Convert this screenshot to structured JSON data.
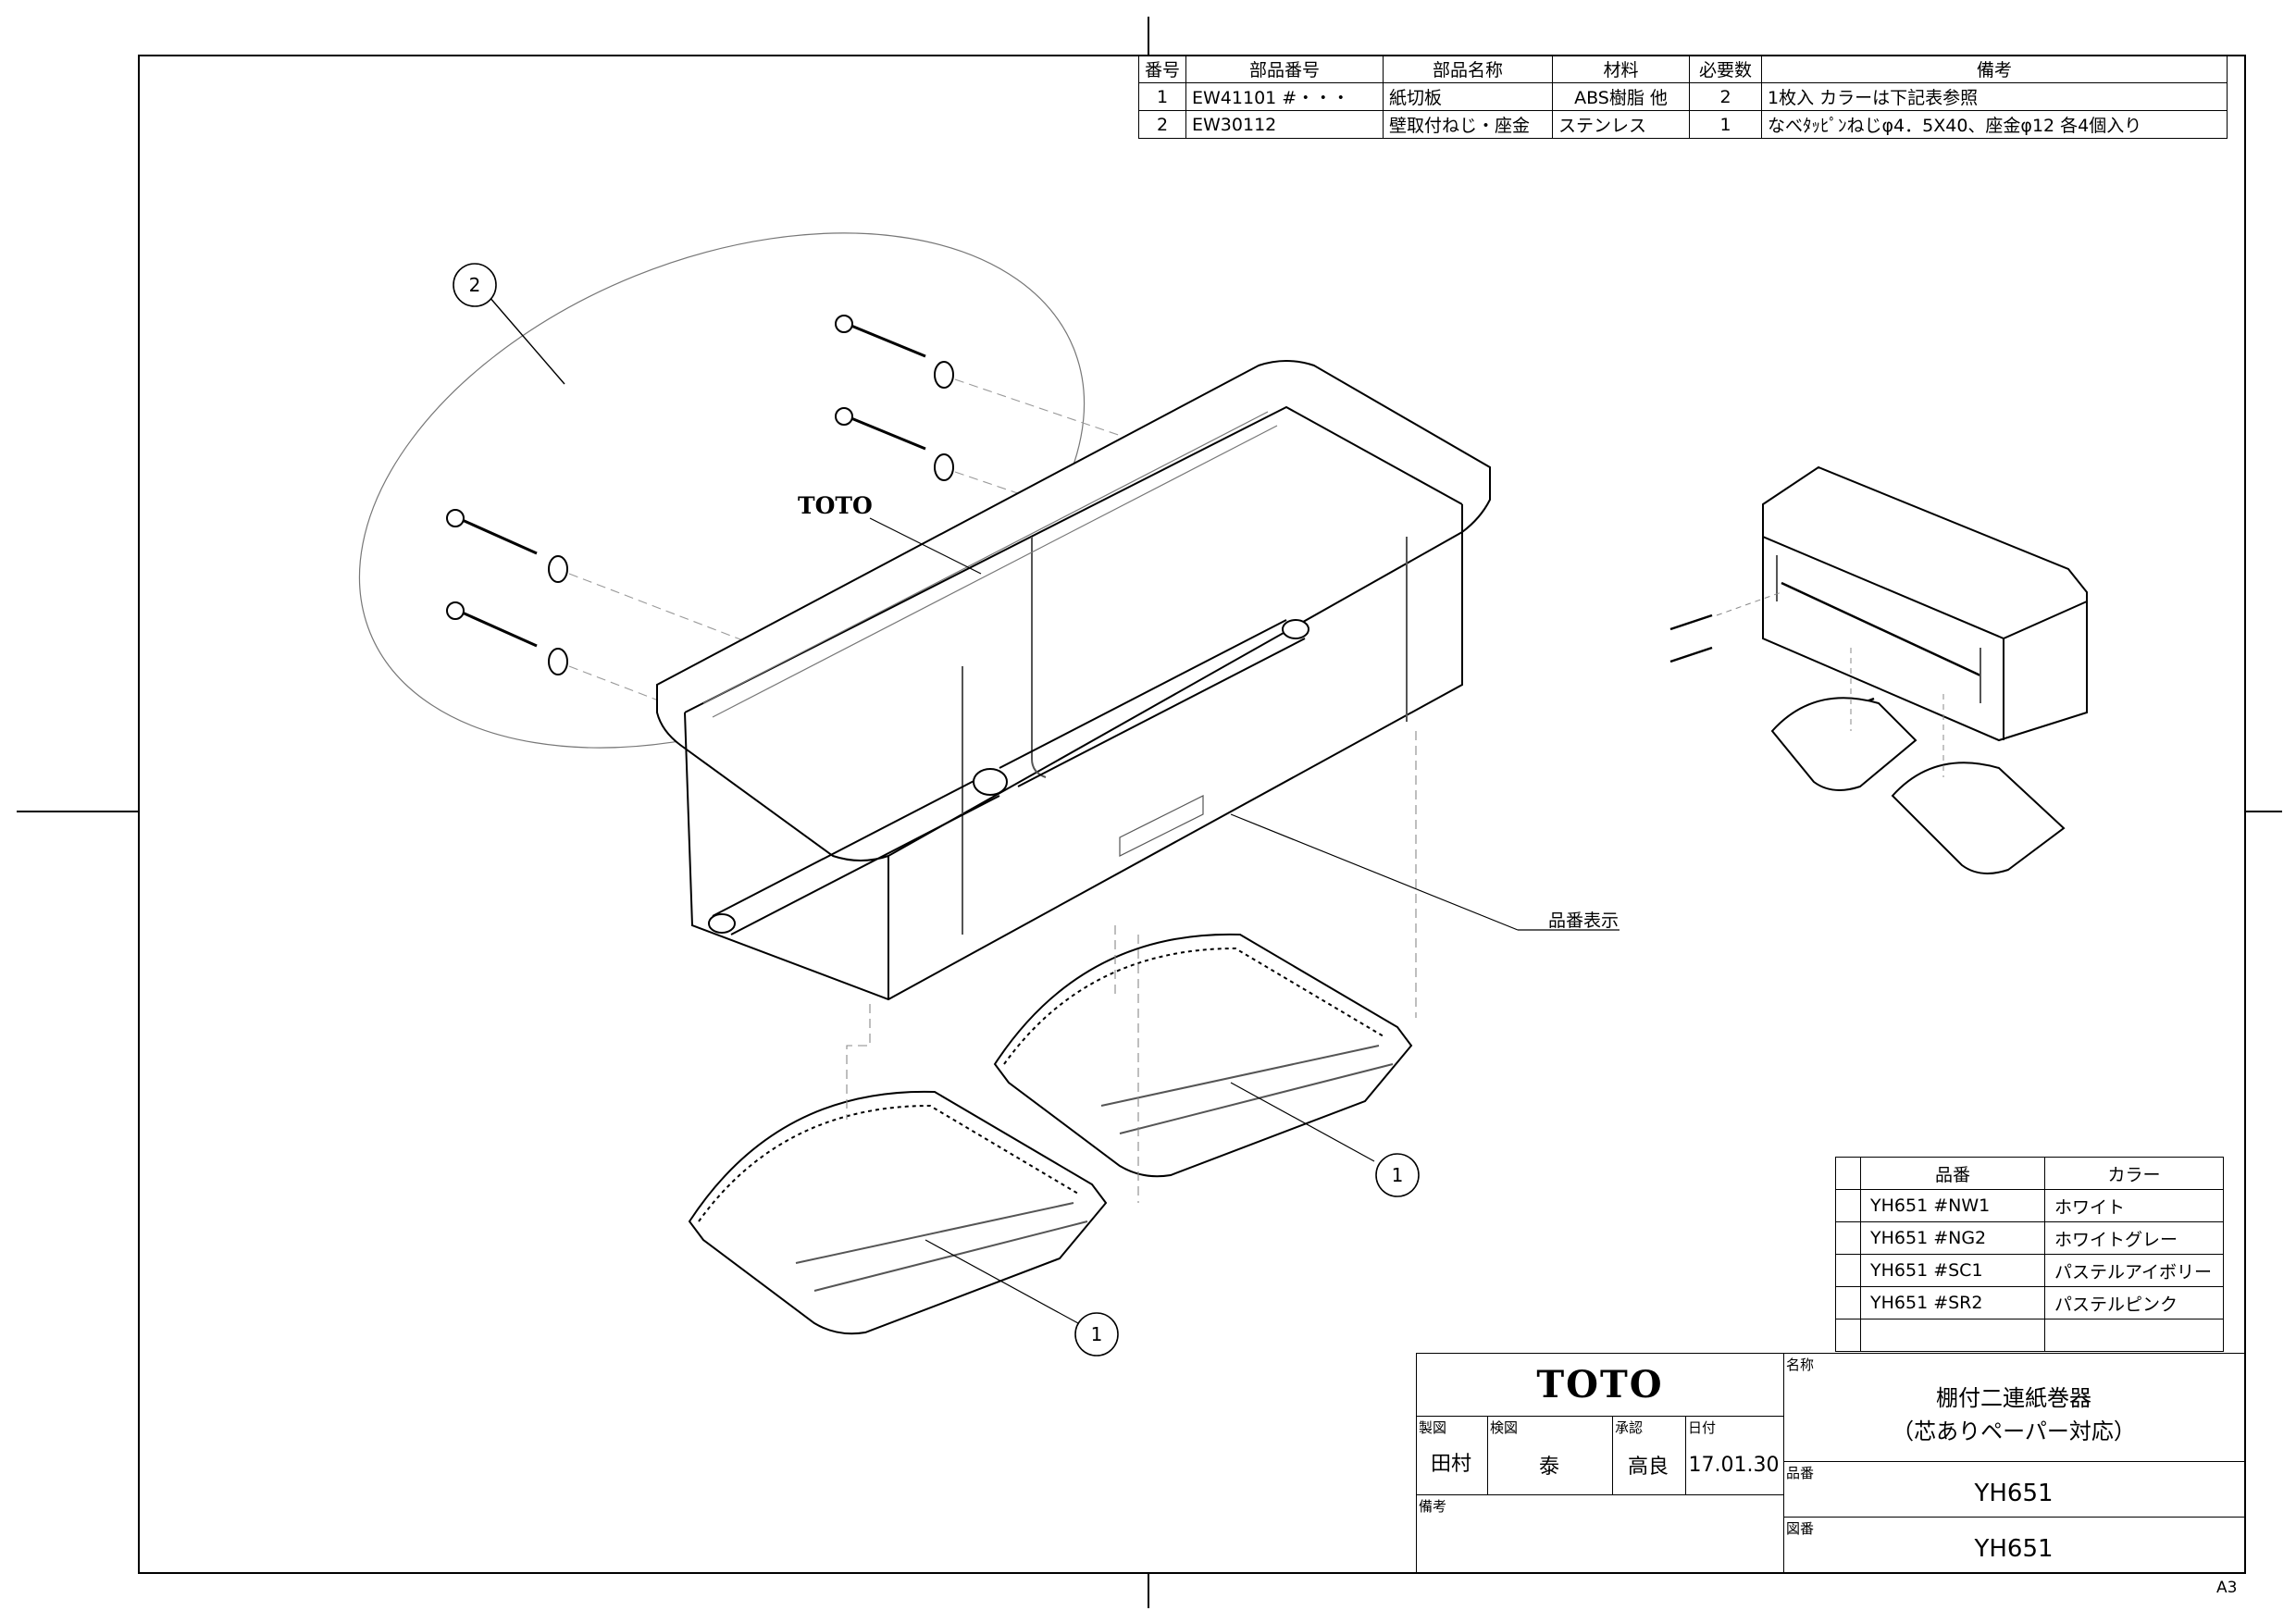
{
  "parts_table": {
    "headers": [
      "番号",
      "部品番号",
      "部品名称",
      "材料",
      "必要数",
      "備考"
    ],
    "rows": [
      [
        "1",
        "EW41101 #・・・",
        "紙切板",
        "ABS樹脂 他",
        "2",
        "1枚入 カラーは下記表参照"
      ],
      [
        "2",
        "EW30112",
        "壁取付ねじ・座金",
        "ステンレス",
        "1",
        "なべﾀｯﾋﾟﾝねじφ4．5X40、座金φ12 各4個入り"
      ]
    ]
  },
  "callouts": {
    "screws": "2",
    "cutter_right": "1",
    "cutter_left": "1"
  },
  "labels": {
    "brand_on_shelf": "TOTO",
    "part_number_display": "品番表示"
  },
  "color_table": {
    "headers": [
      "品番",
      "カラー"
    ],
    "rows": [
      [
        "YH651 #NW1",
        "ホワイト"
      ],
      [
        "YH651 #NG2",
        "ホワイトグレー"
      ],
      [
        "YH651 #SC1",
        "パステルアイボリー"
      ],
      [
        "YH651 #SR2",
        "パステルピンク"
      ]
    ]
  },
  "title_block": {
    "logo": "TOTO",
    "drawn_label": "製図",
    "drawn_by": "田村",
    "checked_label": "検図",
    "checked_by": "泰",
    "approved_label": "承認",
    "approved_by": "高良",
    "date_label": "日付",
    "date": "17.01.30",
    "notes_label": "備考",
    "name_label": "名称",
    "name_line1": "棚付二連紙巻器",
    "name_line2": "（芯ありペーパー対応）",
    "part_label": "品番",
    "part_no": "YH651",
    "drawing_label": "図番",
    "drawing_no": "YH651"
  },
  "sheet_size": "A3"
}
